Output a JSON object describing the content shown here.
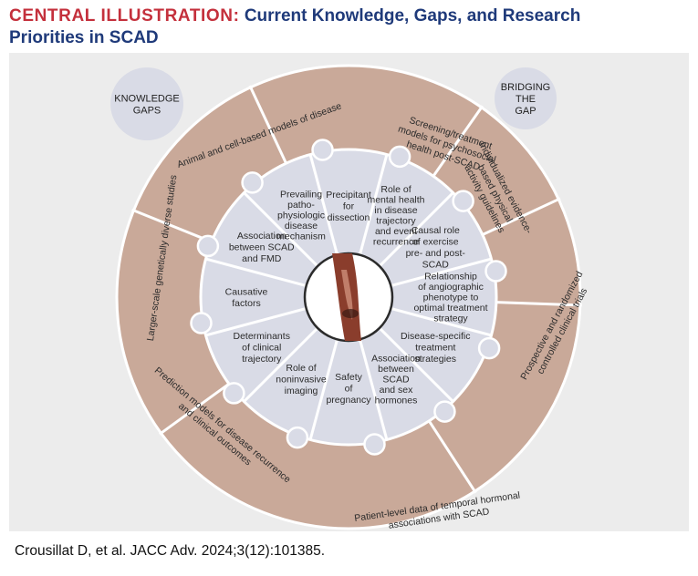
{
  "header": {
    "lead": "CENTRAL ILLUSTRATION:",
    "title_line1": "Current Knowledge, Gaps, and Research",
    "title_line2": "Priorities in SCAD"
  },
  "badges": {
    "knowledge_gaps": [
      "KNOWLEDGE",
      "GAPS"
    ],
    "bridging_gap": [
      "BRIDGING",
      "THE",
      "GAP"
    ]
  },
  "inner_segments": [
    [
      "Precipitant",
      "for",
      "dissection"
    ],
    [
      "Role of",
      "mental health",
      "in disease",
      "trajectory",
      "and event",
      "recurrence"
    ],
    [
      "Causal role",
      "of exercise",
      "pre- and post-",
      "SCAD"
    ],
    [
      "Relationship",
      "of angiographic",
      "phenotype to",
      "optimal treatment",
      "strategy"
    ],
    [
      "Disease-specific",
      "treatment",
      "strategies"
    ],
    [
      "Association",
      "between",
      "SCAD",
      "and sex",
      "hormones"
    ],
    [
      "Safety",
      "of",
      "pregnancy"
    ],
    [
      "Role of",
      "noninvasive",
      "imaging"
    ],
    [
      "Determinants",
      "of clinical",
      "trajectory"
    ],
    [
      "Causative",
      "factors"
    ],
    [
      "Association",
      "between SCAD",
      "and FMD"
    ],
    [
      "Prevailing",
      "patho-",
      "physiologic",
      "disease",
      "mechanism"
    ]
  ],
  "outer_segments": [
    [
      "Animal and cell-based models of disease"
    ],
    [
      "Screening/treatment",
      "models for psychosocial",
      "health post-SCAD"
    ],
    [
      "Individualized evidence-",
      "based physical",
      "activity guidelines"
    ],
    [
      "Prospective and randomized",
      "controlled clinical trials"
    ],
    [
      "Patient-level data of temporal hormonal",
      "associations with SCAD"
    ],
    [
      "Prediction models for disease recurrence",
      "and clinical outcomes"
    ],
    [
      "Larger-scale genetically diverse studies"
    ]
  ],
  "colors": {
    "title_red": "#c4303c",
    "title_blue": "#1f3a7a",
    "panel_bg": "#ececec",
    "inner_ring": "#d9dbe6",
    "outer_ring": "#c9a999",
    "artery": "#8a3d2c"
  },
  "citation": "Crousillat D, et al. JACC Adv. 2024;3(12):101385."
}
